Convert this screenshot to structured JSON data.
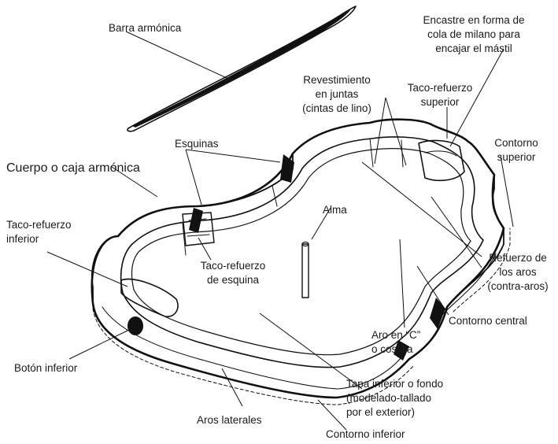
{
  "title": "Cuerpo o caja armónica",
  "labels": {
    "barra": "Barra armónica",
    "encastre": [
      "Encastre en forma de",
      "cola de milano para",
      "encajar el mástil"
    ],
    "revestimiento": [
      "Revestimiento",
      "en juntas",
      "(cintas de lino)"
    ],
    "taco_superior": [
      "Taco-refuerzo",
      "superior"
    ],
    "esquinas": "Esquinas",
    "contorno_superior": [
      "Contorno",
      "superior"
    ],
    "alma": "Alma",
    "taco_inferior": [
      "Taco-refuerzo",
      "inferior"
    ],
    "taco_esquina": [
      "Taco-refuerzo",
      "de esquina"
    ],
    "refuerzo_aros": [
      "Refuerzo de",
      "los aros",
      "(contra-aros)"
    ],
    "contorno_central": "Contorno central",
    "aro_c": [
      "Aro en “C”",
      "o costilla"
    ],
    "boton": "Botón inferior",
    "tapa": [
      "Tapa inferior o fondo",
      "(modelado-tallado",
      "por el exterior)"
    ],
    "aros_laterales": "Aros laterales",
    "contorno_inferior": "Contorno inferior"
  }
}
